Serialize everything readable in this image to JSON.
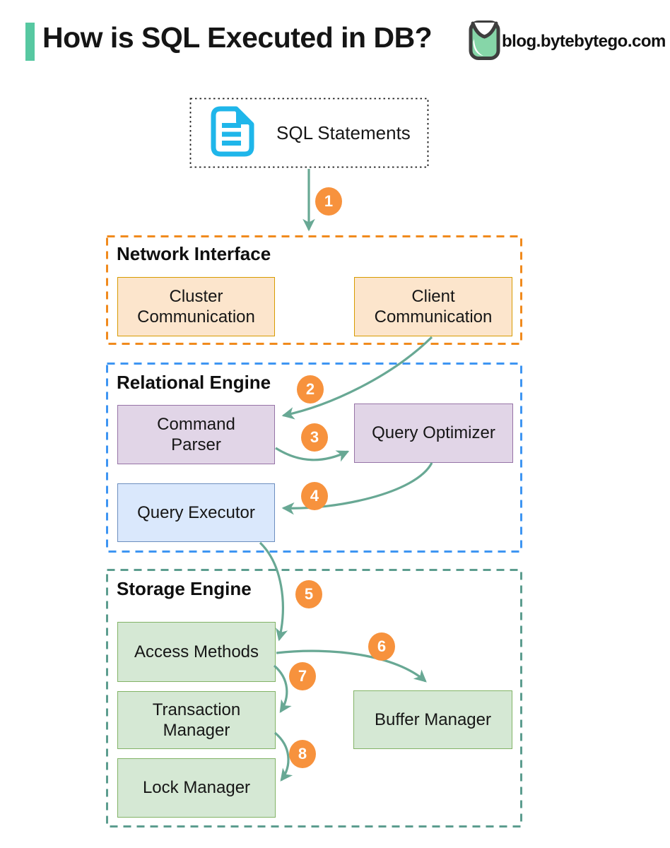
{
  "header": {
    "title": "How is SQL Executed in DB?",
    "brand": "blog.bytebytego.com",
    "accent_color": "#57C8A1"
  },
  "diagram": {
    "sql_box": {
      "label": "SQL Statements",
      "icon": "sql-document-icon",
      "icon_color": "#1FB6EA"
    },
    "sections": [
      {
        "label": "Network Interface",
        "border_color": "#F08A1D",
        "boxes": [
          {
            "label": "Cluster Communication",
            "fill": "#FCE5CC",
            "stroke": "#D79B00"
          },
          {
            "label": "Client Communication",
            "fill": "#FCE5CC",
            "stroke": "#D79B00"
          }
        ]
      },
      {
        "label": "Relational Engine",
        "border_color": "#3E95F2",
        "boxes": [
          {
            "label": "Command Parser",
            "fill": "#E1D5E7",
            "stroke": "#9673A6"
          },
          {
            "label": "Query Optimizer",
            "fill": "#E1D5E7",
            "stroke": "#9673A6"
          },
          {
            "label": "Query Executor",
            "fill": "#DAE8FC",
            "stroke": "#6C8EBF"
          }
        ]
      },
      {
        "label": "Storage Engine",
        "border_color": "#5C9D8F",
        "boxes": [
          {
            "label": "Access Methods",
            "fill": "#D5E8D4",
            "stroke": "#82B366"
          },
          {
            "label": "Transaction Manager",
            "fill": "#D5E8D4",
            "stroke": "#82B366"
          },
          {
            "label": "Lock Manager",
            "fill": "#D5E8D4",
            "stroke": "#82B366"
          },
          {
            "label": "Buffer Manager",
            "fill": "#D5E8D4",
            "stroke": "#82B366"
          }
        ]
      }
    ],
    "arrows": [
      {
        "step": "1",
        "from": "SQL Statements",
        "to": "Network Interface"
      },
      {
        "step": "2",
        "from": "Client Communication",
        "to": "Command Parser"
      },
      {
        "step": "3",
        "from": "Command Parser",
        "to": "Query Optimizer"
      },
      {
        "step": "4",
        "from": "Query Optimizer",
        "to": "Query Executor"
      },
      {
        "step": "5",
        "from": "Query Executor",
        "to": "Access Methods"
      },
      {
        "step": "6",
        "from": "Access Methods",
        "to": "Buffer Manager"
      },
      {
        "step": "7",
        "from": "Access Methods",
        "to": "Transaction Manager"
      },
      {
        "step": "8",
        "from": "Transaction Manager",
        "to": "Lock Manager"
      }
    ],
    "arrow_color": "#68A894",
    "badge_color": "#F7923D"
  }
}
